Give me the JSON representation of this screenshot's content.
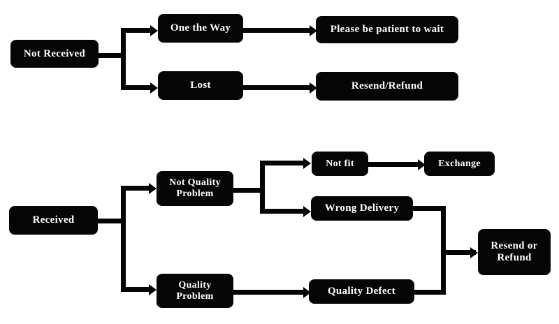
{
  "diagram": {
    "title": "Order issue resolution flowchart",
    "background_color": "#ffffff",
    "node_color": "#050505",
    "node_text_color": "#ffffff",
    "connector_color": "#050505",
    "flows": [
      {
        "id": "not-received-flow",
        "root": "Not Received",
        "nodes": [
          {
            "id": "not-received",
            "label": "Not Received",
            "lines": [
              "Not Received"
            ]
          },
          {
            "id": "one-the-way",
            "label": "One the Way",
            "lines": [
              "One the Way"
            ]
          },
          {
            "id": "lost",
            "label": "Lost",
            "lines": [
              "Lost"
            ]
          },
          {
            "id": "please-be-patient-to-wait",
            "label": "Please be patient to wait",
            "lines": [
              "Please be patient to wait"
            ]
          },
          {
            "id": "resend-refund",
            "label": "Resend/Refund",
            "lines": [
              "Resend/Refund"
            ]
          }
        ]
      },
      {
        "id": "received-flow",
        "root": "Received",
        "nodes": [
          {
            "id": "received",
            "label": "Received",
            "lines": [
              "Received"
            ]
          },
          {
            "id": "not-quality-problem",
            "label": "Not Quality Problem",
            "lines": [
              "Not Quality",
              "Problem"
            ]
          },
          {
            "id": "quality-problem",
            "label": "Quality Problem",
            "lines": [
              "Quality",
              "Problem"
            ]
          },
          {
            "id": "not-fit",
            "label": "Not fit",
            "lines": [
              "Not fit"
            ]
          },
          {
            "id": "exchange",
            "label": "Exchange",
            "lines": [
              "Exchange"
            ]
          },
          {
            "id": "wrong-delivery",
            "label": "Wrong Delivery",
            "lines": [
              "Wrong Delivery"
            ]
          },
          {
            "id": "quality-defect",
            "label": "Quality Defect",
            "lines": [
              "Quality Defect"
            ]
          },
          {
            "id": "resend-or-refund",
            "label": "Resend or Refund",
            "lines": [
              "Resend or",
              "Refund"
            ]
          }
        ]
      }
    ]
  },
  "nodes": {
    "not_received": {
      "line1": "Not Received"
    },
    "one_the_way": {
      "line1": "One the Way"
    },
    "lost": {
      "line1": "Lost"
    },
    "please_be_patient": {
      "line1": "Please be patient to wait"
    },
    "resend_refund": {
      "line1": "Resend/Refund"
    },
    "received": {
      "line1": "Received"
    },
    "not_quality_problem": {
      "line1": "Not Quality",
      "line2": "Problem"
    },
    "quality_problem": {
      "line1": "Quality",
      "line2": "Problem"
    },
    "not_fit": {
      "line1": "Not fit"
    },
    "exchange": {
      "line1": "Exchange"
    },
    "wrong_delivery": {
      "line1": "Wrong Delivery"
    },
    "quality_defect": {
      "line1": "Quality Defect"
    },
    "resend_or_refund": {
      "line1": "Resend or",
      "line2": "Refund"
    }
  }
}
